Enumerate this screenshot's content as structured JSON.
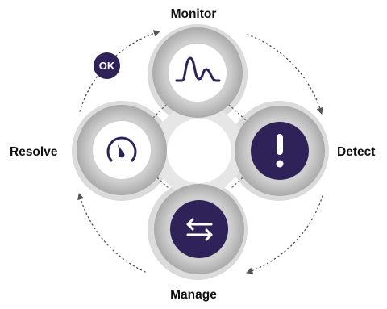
{
  "labels": {
    "monitor": "Monitor",
    "detect": "Detect",
    "manage": "Manage",
    "resolve": "Resolve"
  },
  "badge": {
    "text": "OK"
  },
  "nodes": [
    {
      "name": "monitor",
      "icon": "pulse-waveform-icon",
      "filled": false
    },
    {
      "name": "detect",
      "icon": "exclamation-icon",
      "filled": true
    },
    {
      "name": "manage",
      "icon": "swap-arrows-icon",
      "filled": true
    },
    {
      "name": "resolve",
      "icon": "gauge-icon",
      "filled": false
    }
  ],
  "colors": {
    "accent": "#2f2258",
    "ring": "#c6c6c6",
    "ring_shadow": "#a6a6a6",
    "petal": "#e8e8e8",
    "white": "#ffffff",
    "label": "#111111",
    "orbit": "#555555"
  }
}
